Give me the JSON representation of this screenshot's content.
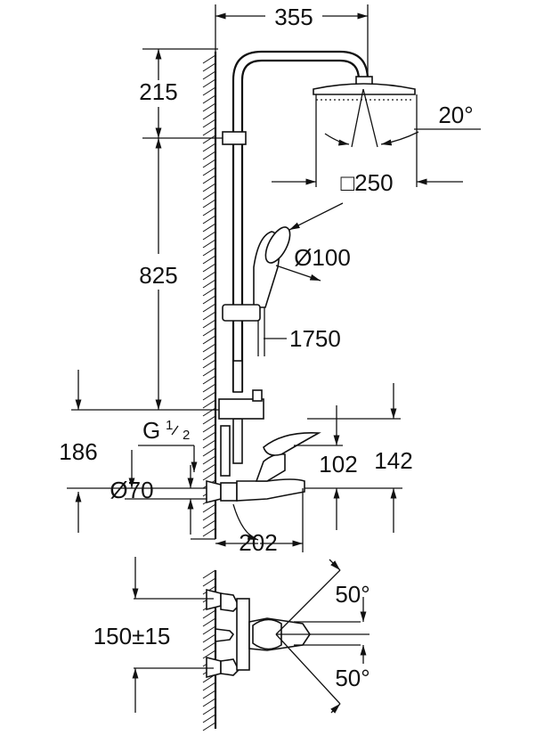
{
  "dimensions": {
    "width_top": "355",
    "head_drop": "215",
    "rail_length": "825",
    "head_size": "□250",
    "head_tilt": "20°",
    "hand_diameter": "Ø100",
    "hose_length": "1750",
    "inlet_offset": "186",
    "thread_label": "G",
    "thread_fraction_num": "1",
    "thread_fraction_den": "2",
    "escutcheon_diameter": "Ø70",
    "lever_height": "102",
    "mixer_height": "142",
    "spout_projection": "202",
    "angle_top": "50°",
    "angle_bottom": "50°",
    "inlet_centers": "150±15"
  }
}
